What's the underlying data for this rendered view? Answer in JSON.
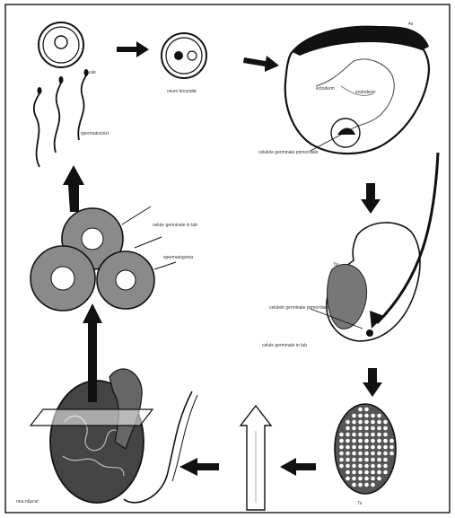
{
  "labels": {
    "ovule": "ovule",
    "ovum_fertilised": "ovum fecundat",
    "spermatozoa": "spermatozoizi",
    "ectoderm": "ectoderm",
    "endoderm": "endoderm",
    "primordial_germ_cells": "celulele germinale primordiale",
    "germinal_cells_in_tube": "celule germinale in tub",
    "spermatogonia": "spermatogonia",
    "age_4w": "4s",
    "age_5w": "5s",
    "age_7w": "7s",
    "newborn": "nou-născut"
  },
  "colors": {
    "ink": "#111111",
    "paper": "#ffffff",
    "stipple": "#6a6a6a"
  }
}
